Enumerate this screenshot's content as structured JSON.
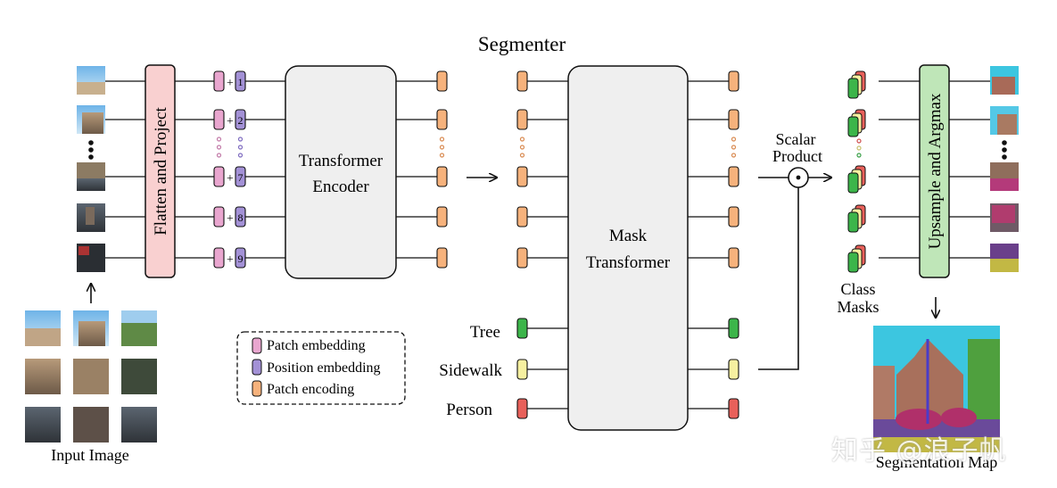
{
  "title": "Segmenter",
  "input_label": "Input Image",
  "flatten_label": "Flatten and Project",
  "encoder_label": [
    "Transformer",
    "Encoder"
  ],
  "mask_label": [
    "Mask",
    "Transformer"
  ],
  "scalar_label": [
    "Scalar",
    "Product"
  ],
  "class_masks_label": [
    "Class",
    "Masks"
  ],
  "upsample_label": "Upsample and Argmax",
  "seg_map_label": "Segmentation Map",
  "position_ids": [
    "1",
    "2",
    "7",
    "8",
    "9"
  ],
  "plus_sign": "+",
  "classes": [
    {
      "name": "Tree",
      "color": "#3cb54a"
    },
    {
      "name": "Sidewalk",
      "color": "#f6f0a0"
    },
    {
      "name": "Person",
      "color": "#e8605a"
    }
  ],
  "legend": [
    {
      "label": "Patch embedding",
      "color": "#e9a6cf"
    },
    {
      "label": "Position embedding",
      "color": "#a391d6"
    },
    {
      "label": "Patch encoding",
      "color": "#f6b27c"
    }
  ],
  "colors": {
    "patch_embedding": "#e9a6cf",
    "position_embedding": "#a391d6",
    "patch_encoding": "#f6b27c",
    "flatten_box": "#f9d0d0",
    "transformer_box": "#efefef",
    "upsample_box": "#bfe6b8"
  },
  "watermark": "知乎 @浪子帆"
}
